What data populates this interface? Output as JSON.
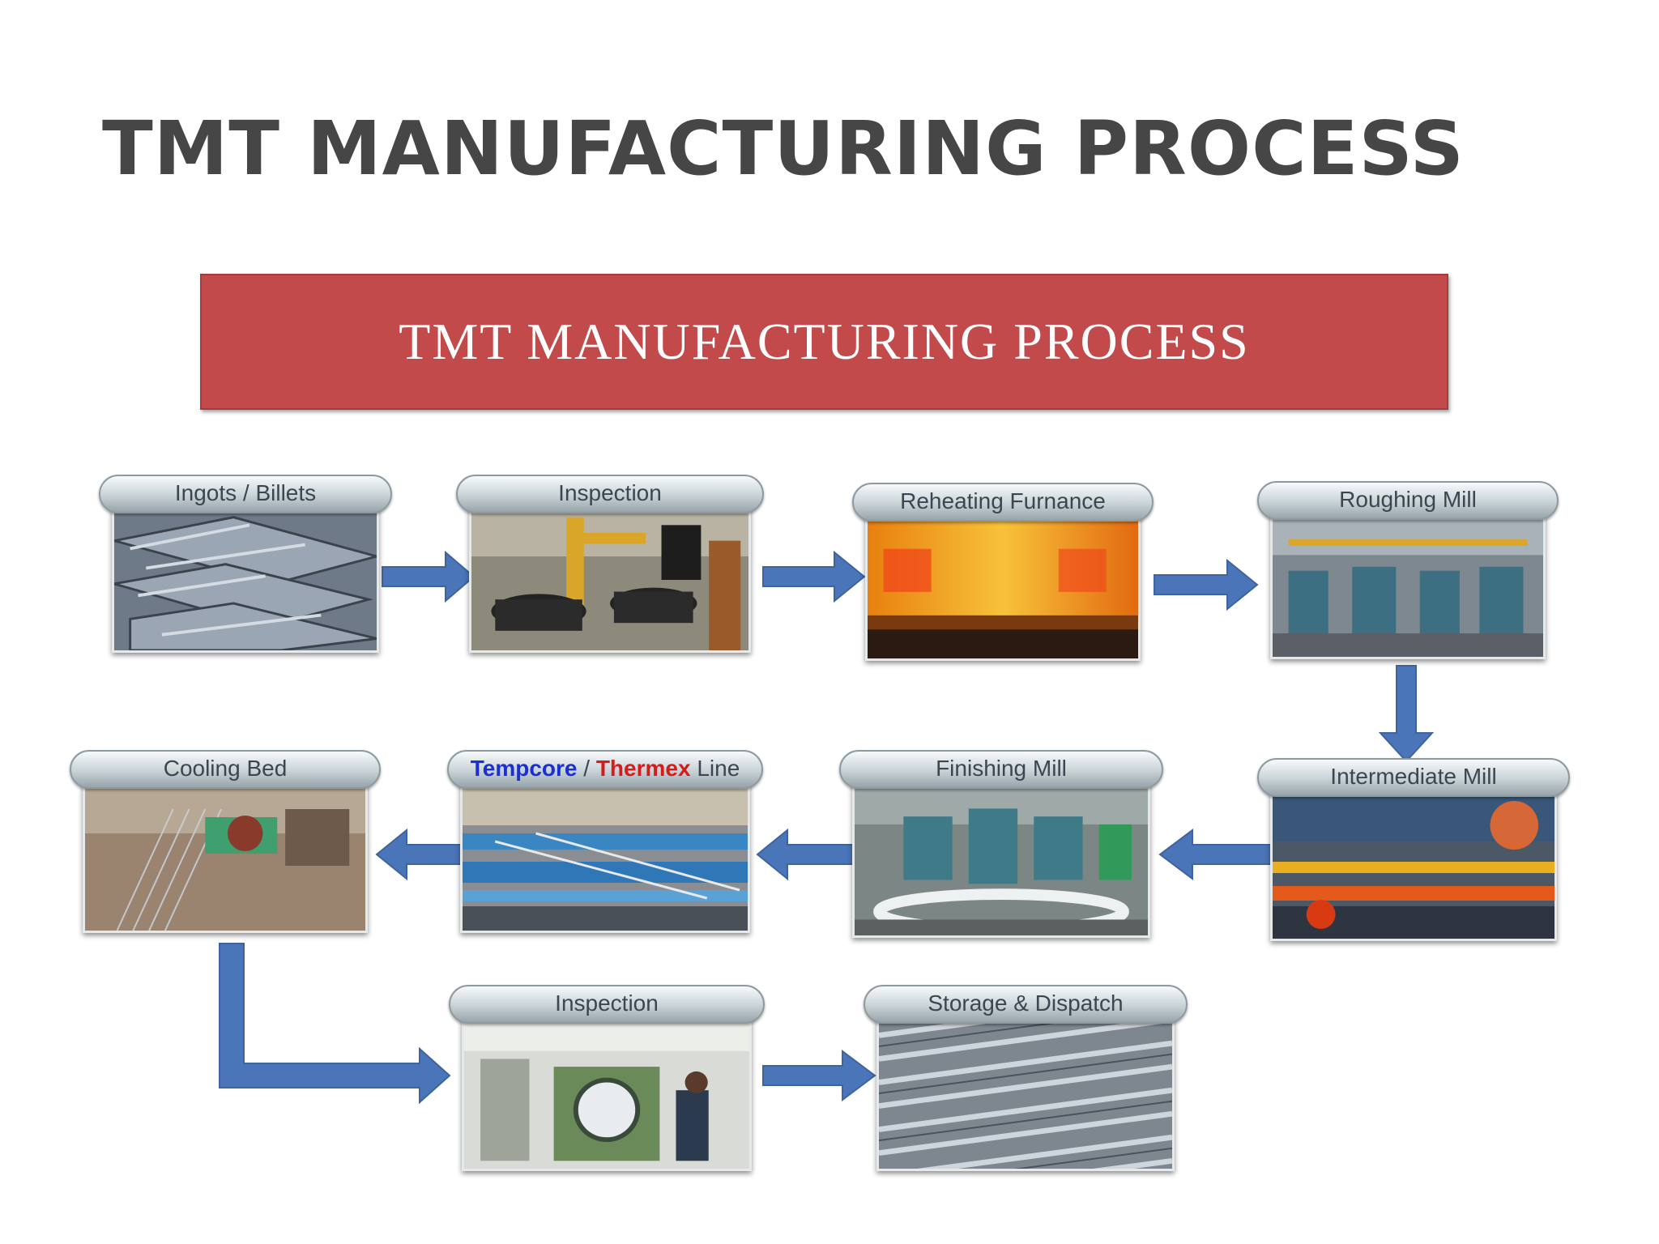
{
  "slide": {
    "title": "TMT MANUFACTURING PROCESS"
  },
  "banner": {
    "text": "TMT MANUFACTURING PROCESS",
    "color": "#c24a4a"
  },
  "steps": [
    {
      "label": "Ingots / Billets"
    },
    {
      "label": "Inspection"
    },
    {
      "label": "Reheating Furnance"
    },
    {
      "label": "Roughing Mill"
    },
    {
      "label": "Intermediate Mill"
    },
    {
      "label": "Finishing Mill"
    },
    {
      "label_part1": "Tempcore",
      "label_sep": " / ",
      "label_part2": "Thermex",
      "label_part3": " Line"
    },
    {
      "label": "Cooling Bed"
    },
    {
      "label": "Inspection"
    },
    {
      "label": "Storage & Dispatch"
    }
  ],
  "colors": {
    "arrow": "#4a75b8",
    "title": "#464646"
  }
}
